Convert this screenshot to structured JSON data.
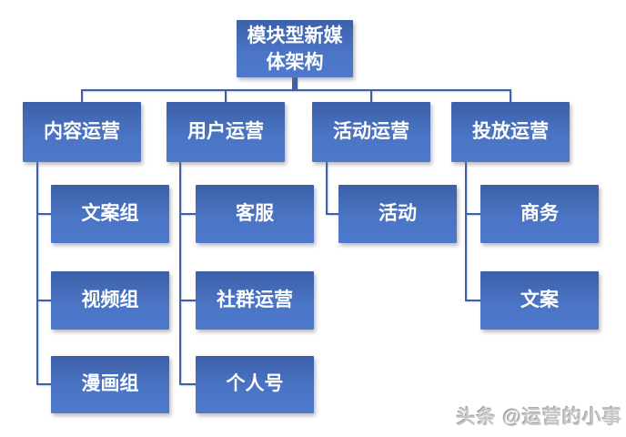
{
  "colors": {
    "box-top": "#3c60a8",
    "box-bottom": "#4e79cd",
    "connector": "#3e60a6",
    "node-text": "#ffffff",
    "watermark-text": "#c6c6c6"
  },
  "diagram": {
    "type": "org-chart",
    "root": {
      "label": "模块型新媒体架构"
    },
    "level2": [
      {
        "label": "内容运营",
        "children": [
          "文案组",
          "视频组",
          "漫画组"
        ]
      },
      {
        "label": "用户运营",
        "children": [
          "客服",
          "社群运营",
          "个人号"
        ]
      },
      {
        "label": "活动运营",
        "children": [
          "活动"
        ]
      },
      {
        "label": "投放运营",
        "children": [
          "商务",
          "文案"
        ]
      }
    ]
  },
  "watermark": {
    "text": "头条 @运营的小事"
  }
}
